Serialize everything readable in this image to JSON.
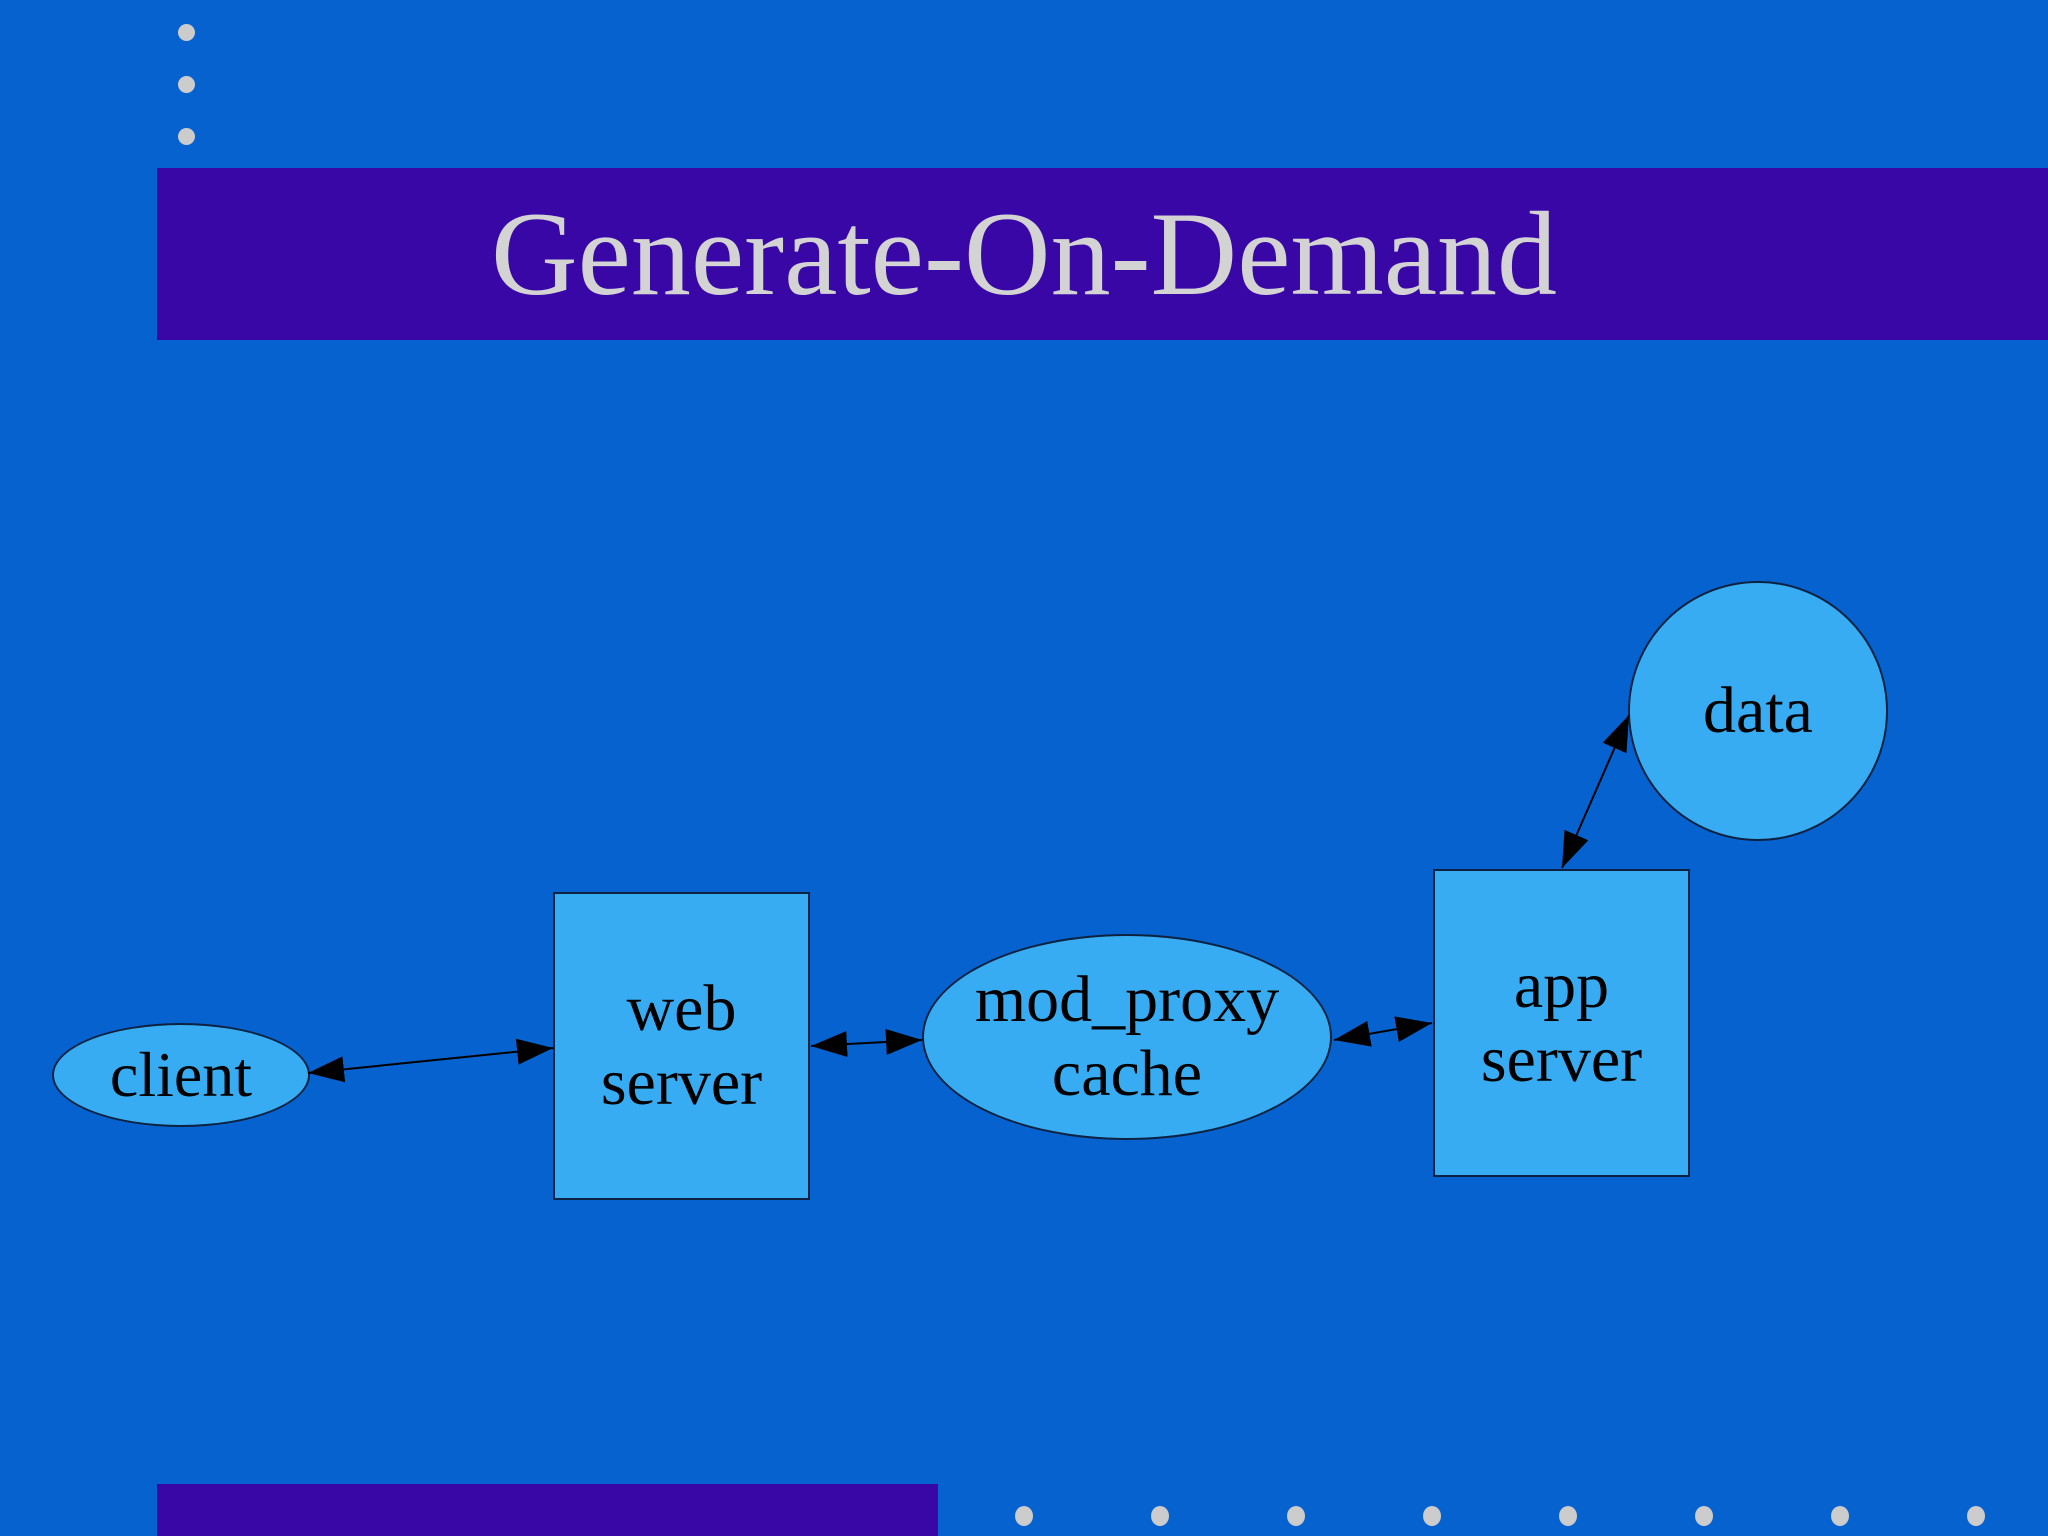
{
  "slide": {
    "title": "Generate-On-Demand"
  },
  "colors": {
    "background": "#0562CE",
    "accent_bar": "#3907A6",
    "node_fill": "#38ACF2",
    "node_stroke": "#0D2240",
    "node_text": "#000000",
    "title_text": "#D3D3D3",
    "decorative_dot": "#CCCCCC",
    "arrow": "#000000"
  },
  "diagram": {
    "nodes": {
      "client": {
        "label": "client",
        "shape": "ellipse"
      },
      "web_server": {
        "line1": "web",
        "line2": "server",
        "shape": "rectangle"
      },
      "mod_proxy_cache": {
        "line1": "mod_proxy",
        "line2": "cache",
        "shape": "ellipse"
      },
      "app_server": {
        "line1": "app",
        "line2": "server",
        "shape": "rectangle"
      },
      "data": {
        "label": "data",
        "shape": "circle"
      }
    },
    "edges": [
      {
        "from": "client",
        "to": "web_server",
        "bidirectional": true
      },
      {
        "from": "web_server",
        "to": "mod_proxy_cache",
        "bidirectional": true
      },
      {
        "from": "mod_proxy_cache",
        "to": "app_server",
        "bidirectional": true
      },
      {
        "from": "app_server",
        "to": "data",
        "bidirectional": true
      }
    ]
  }
}
